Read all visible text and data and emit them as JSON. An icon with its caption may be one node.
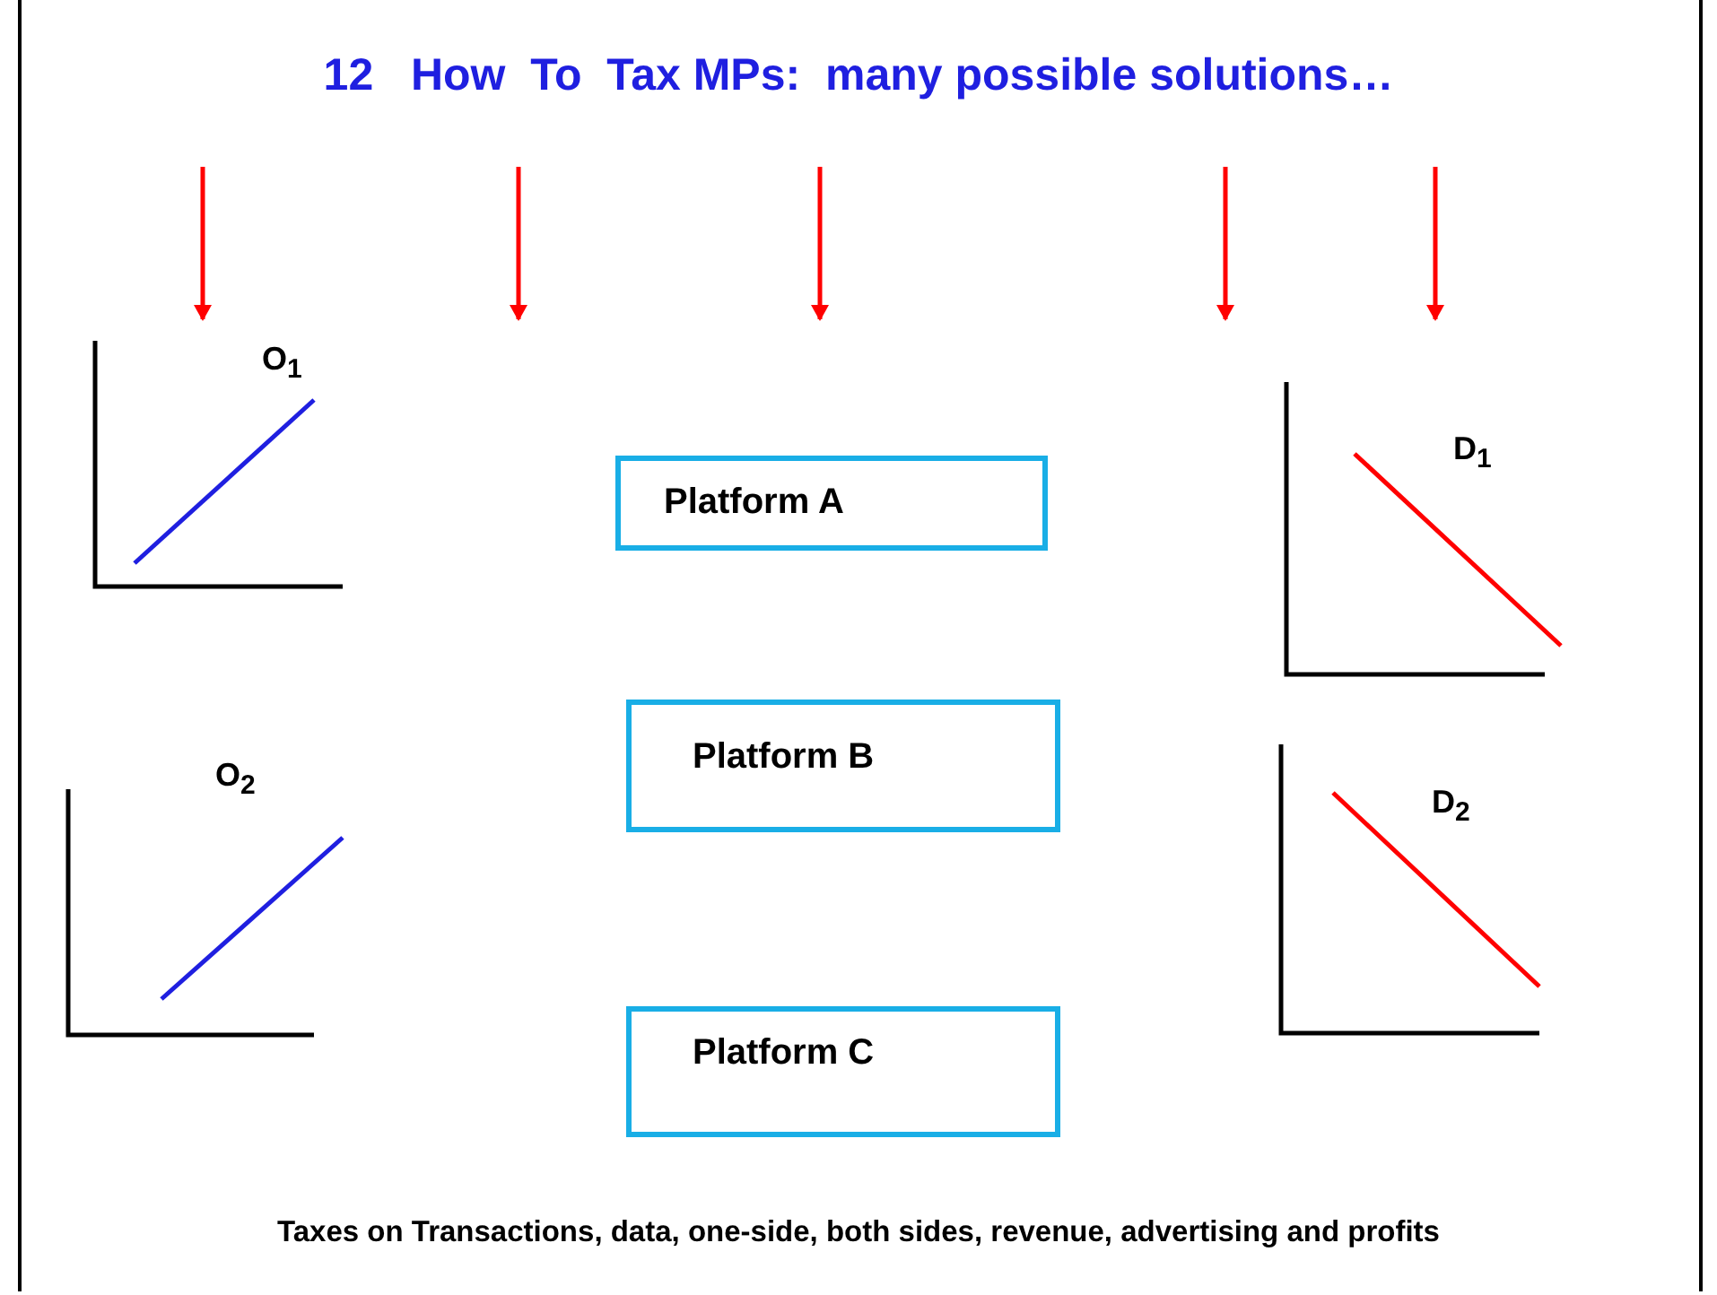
{
  "diagram": {
    "title": "12   How  To  Tax MPs:  many possible solutions…",
    "nodes": [
      {
        "text": [
          "Platform A"
        ]
      },
      {
        "text": [
          "Platform B"
        ]
      },
      {
        "text": [
          "Platform C"
        ]
      }
    ],
    "labels": [
      "O$_{1}$",
      "D$_{1}$",
      "O$_{2}$",
      "D$_{2}$"
    ],
    "caption": "Taxes on Transactions, data, one-side, both sides, revenue, advertising and profits"
  }
}
